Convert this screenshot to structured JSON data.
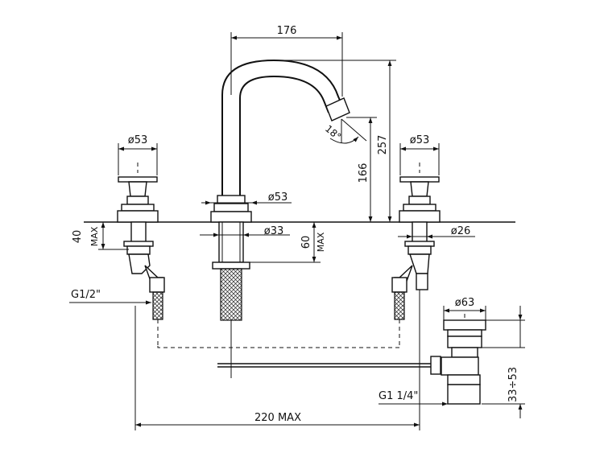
{
  "dimensions": {
    "spout_reach": "176",
    "spout_total_height": "257",
    "spout_outlet_height": "166",
    "spout_angle": "18°",
    "left_handle_diameter": "ø53",
    "right_handle_diameter": "ø53",
    "spout_base_diameter": "ø53",
    "spout_shank_diameter": "ø33",
    "right_shank_diameter": "ø26",
    "deck_thickness_left": "40",
    "deck_thickness_left_max": "MAX",
    "deck_thickness_spout": "60",
    "deck_thickness_spout_max": "MAX",
    "inlet_thread": "G1/2\"",
    "waste_diameter": "ø63",
    "waste_thread": "G1  1/4\"",
    "waste_range": "33÷53",
    "centres_max": "220  MAX"
  }
}
